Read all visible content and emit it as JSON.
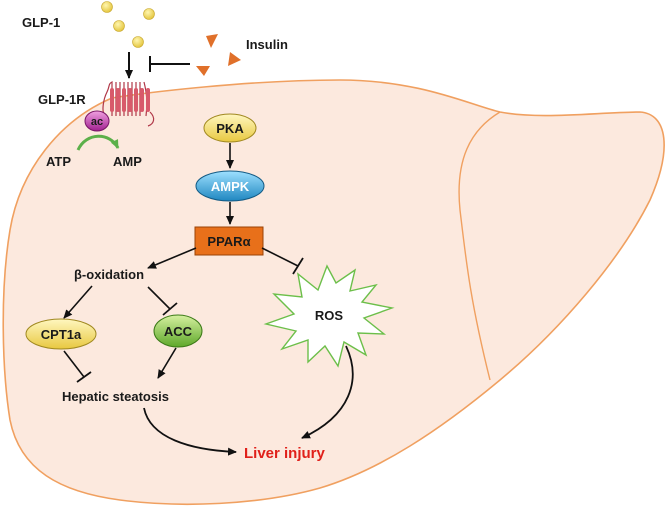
{
  "labels": {
    "glp1": "GLP-1",
    "insulin": "Insulin",
    "glp1r": "GLP-1R",
    "ac": "ac",
    "atp": "ATP",
    "amp": "AMP",
    "pka": "PKA",
    "ampk": "AMPK",
    "ppar": "PPARα",
    "beta_oxidation": "β-oxidation",
    "cpt1a": "CPT1a",
    "acc": "ACC",
    "ros": "ROS",
    "hepatic_steatosis": "Hepatic steatosis",
    "liver_injury": "Liver injury"
  },
  "colors": {
    "liver_fill": "#fce9de",
    "liver_outline": "#f0a060",
    "glp1_dots": "#f2d64a",
    "insulin_triangles": "#e0702a",
    "receptor": "#d85a6a",
    "ac_node": "#c040a0",
    "pka_node": "#f5e27a",
    "ampk_node": "#3aa6d6",
    "ppar_box": "#e8701a",
    "cpt1a_node": "#f5e27a",
    "acc_node": "#8cc84a",
    "ros_outline": "#6cbf4a",
    "liver_injury_text": "#e0201a"
  }
}
